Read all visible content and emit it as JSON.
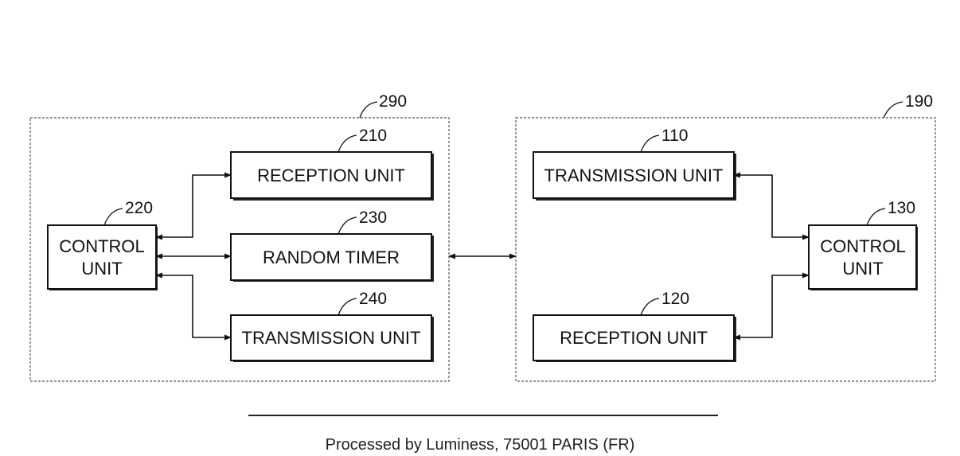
{
  "groups": {
    "left": {
      "ref": "290"
    },
    "right": {
      "ref": "190"
    }
  },
  "blocks": {
    "reception_210": {
      "label": [
        "RECEPTION UNIT"
      ],
      "ref": "210"
    },
    "control_220": {
      "label": [
        "CONTROL",
        "UNIT"
      ],
      "ref": "220"
    },
    "timer_230": {
      "label": [
        "RANDOM TIMER"
      ],
      "ref": "230"
    },
    "transmission_240": {
      "label": [
        "TRANSMISSION UNIT"
      ],
      "ref": "240"
    },
    "transmission_110": {
      "label": [
        "TRANSMISSION UNIT"
      ],
      "ref": "110"
    },
    "control_130": {
      "label": [
        "CONTROL",
        "UNIT"
      ],
      "ref": "130"
    },
    "reception_120": {
      "label": [
        "RECEPTION UNIT"
      ],
      "ref": "120"
    }
  },
  "footer": {
    "text": "Processed by Luminess, 75001 PARIS (FR)"
  },
  "colors": {
    "line": "#111111",
    "group_border": "#555555",
    "background": "#ffffff"
  }
}
